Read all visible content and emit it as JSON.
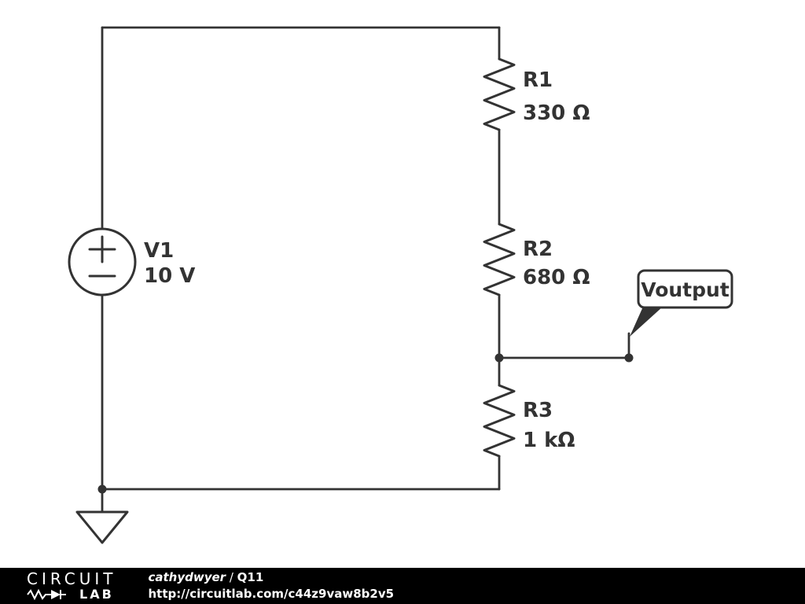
{
  "schematic": {
    "components": [
      {
        "id": "v1",
        "type": "voltage-source",
        "name": "V1",
        "value": "10 V"
      },
      {
        "id": "r1",
        "type": "resistor",
        "name": "R1",
        "value": "330 Ω"
      },
      {
        "id": "r2",
        "type": "resistor",
        "name": "R2",
        "value": "680 Ω"
      },
      {
        "id": "r3",
        "type": "resistor",
        "name": "R3",
        "value": "1 kΩ"
      }
    ],
    "flags": [
      {
        "id": "voutput",
        "label": "Voutput"
      }
    ]
  },
  "footer": {
    "brand": {
      "line1": "CIRCUIT",
      "line2": "LAB"
    },
    "author": "cathydwyer",
    "separator": " / ",
    "title": "Q11",
    "url": "http://circuitlab.com/c44z9vaw8b2v5"
  },
  "colors": {
    "stroke": "#333333",
    "background": "#ffffff",
    "footer_bg": "#000000",
    "footer_text": "#ffffff"
  }
}
